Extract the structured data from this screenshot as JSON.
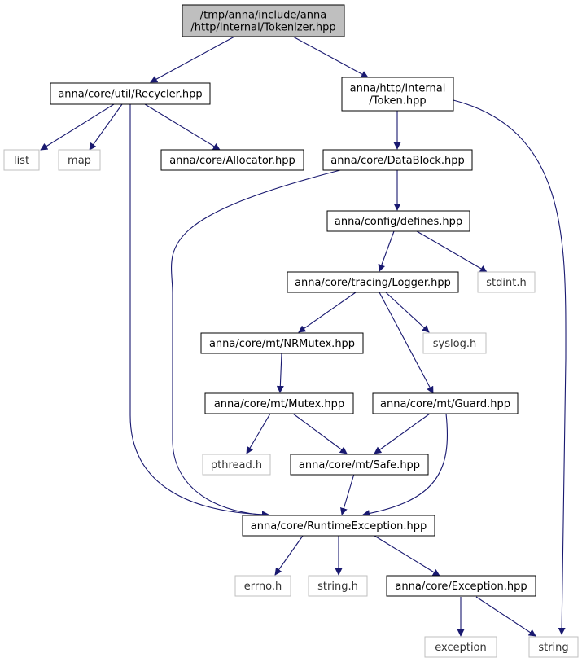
{
  "colors": {
    "root_fill": "#bfbfbf",
    "node_fill": "#ffffff",
    "node_border": "#000000",
    "system_border": "#bfbfbf",
    "edge": "#191970",
    "text": "#000000",
    "system_text": "#333333"
  },
  "nodes": {
    "root": {
      "lines": [
        "/tmp/anna/include/anna",
        "/http/internal/Tokenizer.hpp"
      ]
    },
    "recycler": {
      "lines": [
        "anna/core/util/Recycler.hpp"
      ]
    },
    "token": {
      "lines": [
        "anna/http/internal",
        "/Token.hpp"
      ]
    },
    "list": {
      "lines": [
        "list"
      ]
    },
    "map": {
      "lines": [
        "map"
      ]
    },
    "allocator": {
      "lines": [
        "anna/core/Allocator.hpp"
      ]
    },
    "datablock": {
      "lines": [
        "anna/core/DataBlock.hpp"
      ]
    },
    "defines": {
      "lines": [
        "anna/config/defines.hpp"
      ]
    },
    "logger": {
      "lines": [
        "anna/core/tracing/Logger.hpp"
      ]
    },
    "stdint": {
      "lines": [
        "stdint.h"
      ]
    },
    "nrmutex": {
      "lines": [
        "anna/core/mt/NRMutex.hpp"
      ]
    },
    "syslog": {
      "lines": [
        "syslog.h"
      ]
    },
    "mutex": {
      "lines": [
        "anna/core/mt/Mutex.hpp"
      ]
    },
    "guard": {
      "lines": [
        "anna/core/mt/Guard.hpp"
      ]
    },
    "pthread": {
      "lines": [
        "pthread.h"
      ]
    },
    "safe": {
      "lines": [
        "anna/core/mt/Safe.hpp"
      ]
    },
    "runtime": {
      "lines": [
        "anna/core/RuntimeException.hpp"
      ]
    },
    "errno": {
      "lines": [
        "errno.h"
      ]
    },
    "stringh": {
      "lines": [
        "string.h"
      ]
    },
    "exception_hpp": {
      "lines": [
        "anna/core/Exception.hpp"
      ]
    },
    "exception": {
      "lines": [
        "exception"
      ]
    },
    "string": {
      "lines": [
        "string"
      ]
    }
  },
  "edges": [
    [
      "root",
      "recycler"
    ],
    [
      "root",
      "token"
    ],
    [
      "recycler",
      "list"
    ],
    [
      "recycler",
      "map"
    ],
    [
      "recycler",
      "allocator"
    ],
    [
      "recycler",
      "runtime"
    ],
    [
      "token",
      "datablock"
    ],
    [
      "token",
      "string"
    ],
    [
      "datablock",
      "defines"
    ],
    [
      "datablock",
      "runtime"
    ],
    [
      "defines",
      "logger"
    ],
    [
      "defines",
      "stdint"
    ],
    [
      "logger",
      "nrmutex"
    ],
    [
      "logger",
      "syslog"
    ],
    [
      "logger",
      "guard"
    ],
    [
      "nrmutex",
      "mutex"
    ],
    [
      "mutex",
      "pthread"
    ],
    [
      "mutex",
      "safe"
    ],
    [
      "guard",
      "safe"
    ],
    [
      "guard",
      "runtime"
    ],
    [
      "safe",
      "runtime"
    ],
    [
      "runtime",
      "errno"
    ],
    [
      "runtime",
      "stringh"
    ],
    [
      "runtime",
      "exception_hpp"
    ],
    [
      "exception_hpp",
      "exception"
    ],
    [
      "exception_hpp",
      "string"
    ]
  ]
}
